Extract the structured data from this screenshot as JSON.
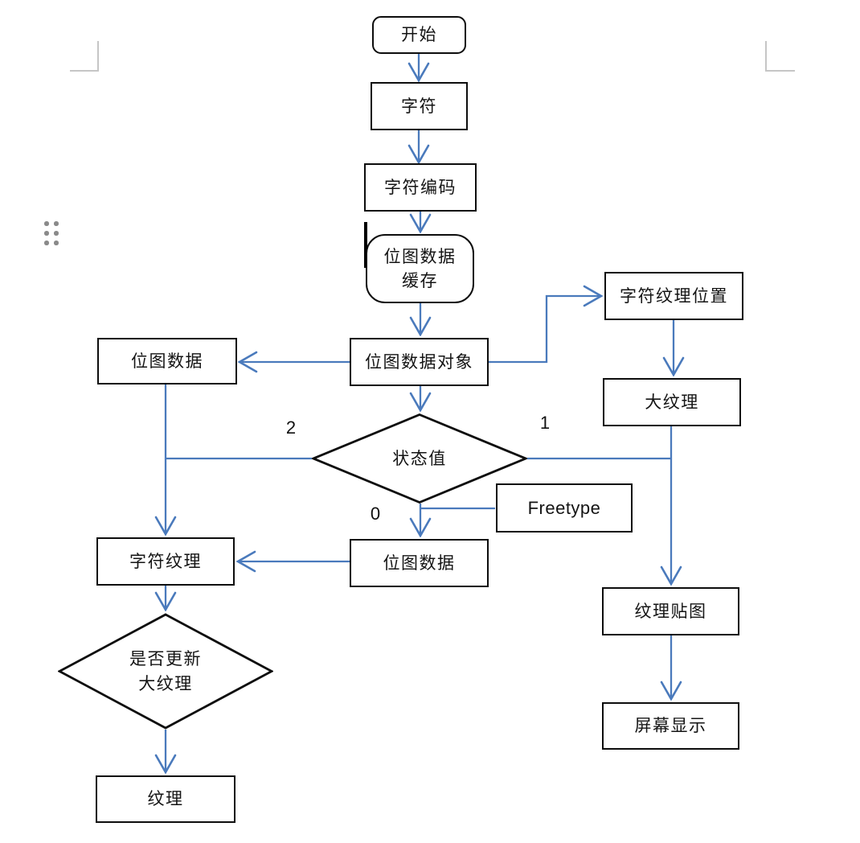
{
  "colors": {
    "connector_blue": "#4a7abc",
    "shape_border": "#0d0d0d",
    "text": "#141414",
    "handle_dots": "#8a8a8a",
    "corner_marks": "#c6c6c6",
    "background": "#ffffff"
  },
  "flowchart": {
    "nodes": {
      "start": {
        "label": "开始",
        "shape": "rounded-rect"
      },
      "character": {
        "label": "字符",
        "shape": "rect"
      },
      "char_encoding": {
        "label": "字符编码",
        "shape": "rect"
      },
      "bitmap_cache": {
        "label": "位图数据\n缓存",
        "shape": "rounded-rect"
      },
      "bitmap_object": {
        "label": "位图数据对象",
        "shape": "rect"
      },
      "bitmap_data_left": {
        "label": "位图数据",
        "shape": "rect"
      },
      "status_value": {
        "label": "状态值",
        "shape": "diamond"
      },
      "char_texture_pos": {
        "label": "字符纹理位置",
        "shape": "rect"
      },
      "big_texture": {
        "label": "大纹理",
        "shape": "rect"
      },
      "freetype": {
        "label": "Freetype",
        "shape": "rect"
      },
      "bitmap_data_mid": {
        "label": "位图数据",
        "shape": "rect"
      },
      "char_texture": {
        "label": "字符纹理",
        "shape": "rect"
      },
      "update_big_texture": {
        "label": "是否更新\n大纹理",
        "shape": "diamond"
      },
      "texture": {
        "label": "纹理",
        "shape": "rect"
      },
      "texture_map": {
        "label": "纹理贴图",
        "shape": "rect"
      },
      "screen_display": {
        "label": "屏幕显示",
        "shape": "rect"
      }
    },
    "branch_labels": {
      "two": "2",
      "one": "1",
      "zero": "0"
    }
  }
}
